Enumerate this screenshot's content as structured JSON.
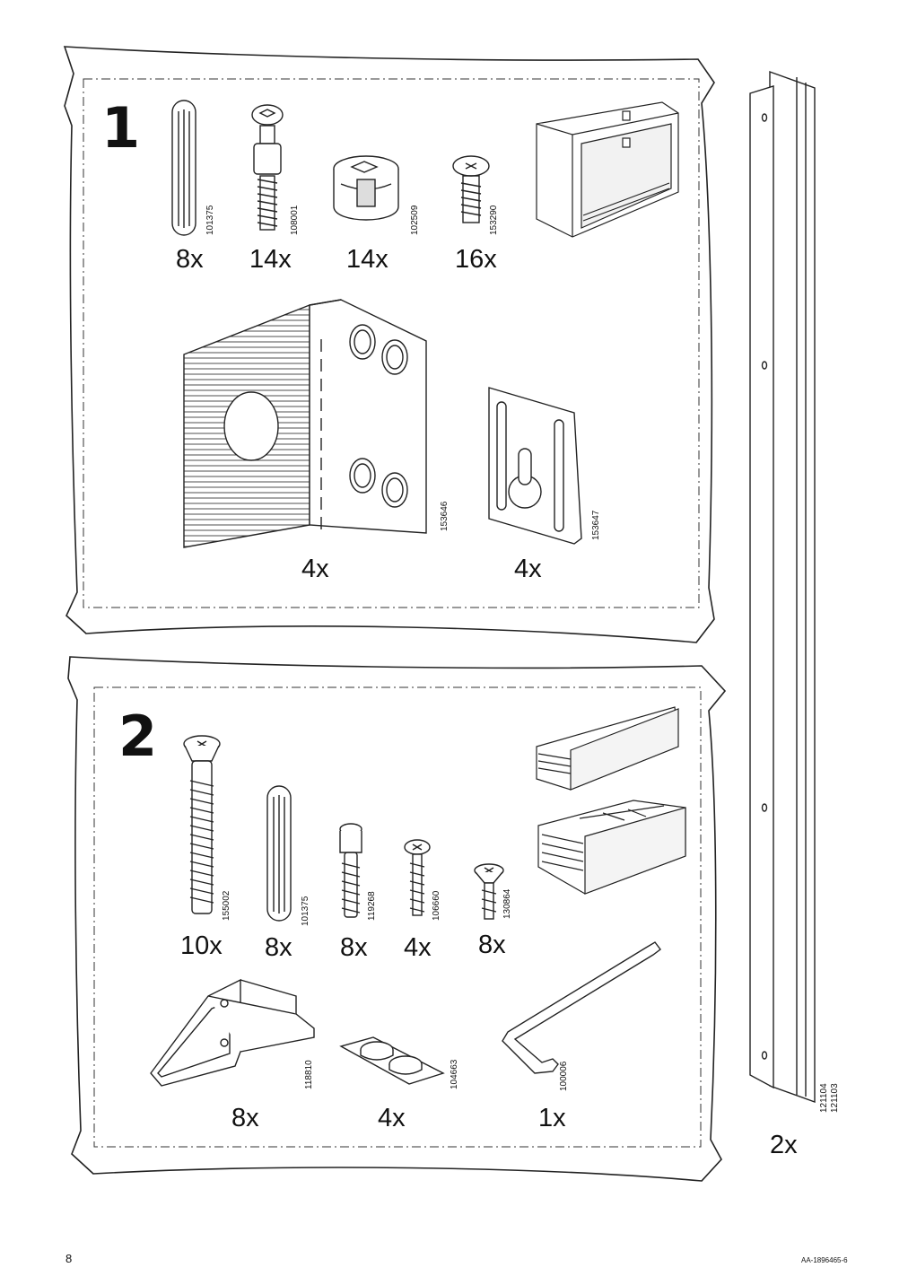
{
  "page": {
    "number": "8",
    "doc_code": "AA-1896465-6"
  },
  "box1": {
    "step": "1",
    "parts": [
      {
        "art": "101375",
        "qty": "8x",
        "icon": "wooden-dowel-icon"
      },
      {
        "art": "108001",
        "qty": "14x",
        "icon": "cam-lock-bolt-icon"
      },
      {
        "art": "102509",
        "qty": "14x",
        "icon": "cam-lock-nut-icon"
      },
      {
        "art": "153290",
        "qty": "16x",
        "icon": "euro-screw-icon"
      },
      {
        "art": "153646",
        "qty": "4x",
        "icon": "corner-bracket-icon"
      },
      {
        "art": "153647",
        "qty": "4x",
        "icon": "keyhole-hanger-icon"
      }
    ]
  },
  "box2": {
    "step": "2",
    "parts": [
      {
        "art": "155002",
        "qty": "10x",
        "icon": "flat-head-bolt-icon"
      },
      {
        "art": "101375",
        "qty": "8x",
        "icon": "wooden-dowel-icon"
      },
      {
        "art": "119268",
        "qty": "8x",
        "icon": "shelf-pin-screw-icon"
      },
      {
        "art": "106660",
        "qty": "4x",
        "icon": "pan-head-screw-icon"
      },
      {
        "art": "130864",
        "qty": "8x",
        "icon": "countersunk-screw-icon"
      },
      {
        "art": "118810",
        "qty": "8x",
        "icon": "drawer-bracket-icon"
      },
      {
        "art": "104663",
        "qty": "4x",
        "icon": "bumper-pads-icon"
      },
      {
        "art": "100006",
        "qty": "1x",
        "icon": "allen-key-icon"
      }
    ]
  },
  "rail": {
    "art_top": "121104",
    "art_bottom": "121103",
    "qty": "2x",
    "icon": "drawer-rail-icon"
  }
}
